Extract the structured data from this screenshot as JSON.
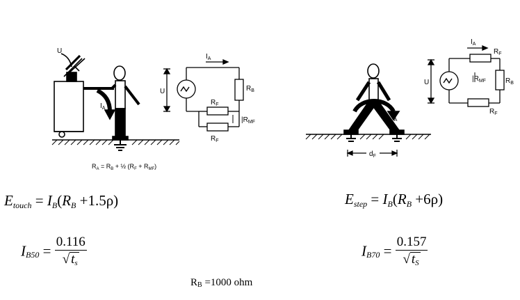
{
  "left_diagram": {
    "voltage_label": "U",
    "current_label": "I",
    "current_sub": "A",
    "source_u_label": "U",
    "rb_label": "R",
    "rb_sub": "B",
    "rf_top_label": "R",
    "rf_top_sub": "F",
    "rmf_label": "R",
    "rmf_sub": "MF",
    "rf_bottom_label": "R",
    "rf_bottom_sub": "F",
    "circuit_current_label": "I",
    "circuit_current_sub": "A",
    "formula": "R_A = R_B + ½ (R_F + R_MF)",
    "formula_parts": [
      "R",
      "A",
      " = R",
      "B",
      " + ½ (R",
      "F",
      " + R",
      "MF",
      ")"
    ]
  },
  "right_diagram": {
    "current_label": "I",
    "current_sub": "A",
    "distance_label": "d",
    "distance_sub": "F",
    "source_u_label": "U",
    "circuit_current_label": "I",
    "circuit_current_sub": "A",
    "rf_top_label": "R",
    "rf_top_sub": "F",
    "rmf_label": "R",
    "rmf_sub": "MF",
    "rb_label": "R",
    "rb_sub": "B",
    "rf_bottom_label": "R",
    "rf_bottom_sub": "F"
  },
  "equations": {
    "touch": {
      "lhs": "E",
      "lhs_sub": "touch",
      "eq": " = ",
      "i": "I",
      "i_sub": "B",
      "open": "(",
      "r": "R",
      "r_sub": "B",
      "rest": " +1.5ρ)"
    },
    "step": {
      "lhs": "E",
      "lhs_sub": "step",
      "eq": " = ",
      "i": "I",
      "i_sub": "B",
      "open": "(",
      "r": "R",
      "r_sub": "B",
      "rest": " +6ρ)"
    },
    "ib50": {
      "lhs": "I",
      "lhs_sub": "B50",
      "eq": " = ",
      "num": "0.116",
      "root_var": "t",
      "root_sub": "s"
    },
    "ib70": {
      "lhs": "I",
      "lhs_sub": "B70",
      "eq": " = ",
      "num": "0.157",
      "root_var": "t",
      "root_sub": "S"
    }
  },
  "rb_note": {
    "r": "R",
    "sub": "B",
    "value": " =1000 ohm"
  }
}
